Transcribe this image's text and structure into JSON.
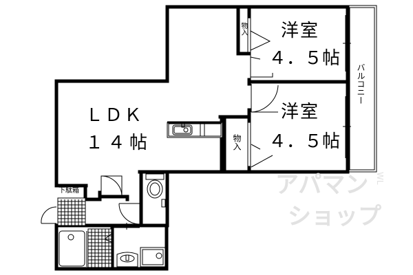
{
  "floor_plan": {
    "rooms": [
      {
        "id": "ldk",
        "name": "ＬＤＫ",
        "size": "１４帖"
      },
      {
        "id": "western-room-1",
        "name": "洋室",
        "size": "４．５帖"
      },
      {
        "id": "western-room-2",
        "name": "洋室",
        "size": "４．５帖"
      }
    ],
    "storage_1": "物入",
    "storage_2": "物入",
    "shoe_box": "下駄箱",
    "balcony": "バルコニー"
  },
  "watermark": {
    "line1": "アパマン",
    "line2": "ショップ",
    "suffix": "WL"
  },
  "colors": {
    "wall": "#000000",
    "background": "#ffffff",
    "watermark": "#e2e2e2"
  }
}
